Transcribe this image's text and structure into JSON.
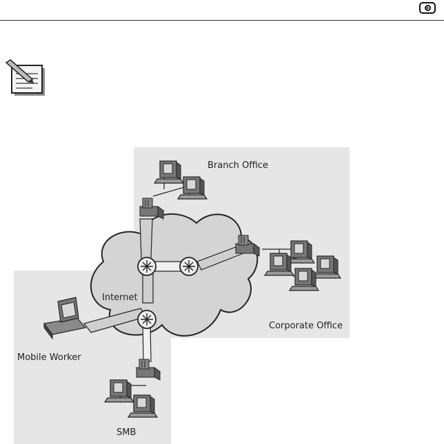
{
  "header": {
    "icon": "circle-target-icon"
  },
  "note": {
    "icon": "note-pad-pencil-icon"
  },
  "diagram": {
    "labels": {
      "branch_office": "Branch Office",
      "internet": "Internet",
      "corporate_office": "Corporate Office",
      "mobile_worker": "Mobile Worker",
      "smb": "SMB"
    },
    "colors": {
      "region_fill": "#e6e6e6",
      "cloud_fill": "#d4d4d4",
      "device": "#6a6a6a"
    },
    "icons": [
      "workstation-icon",
      "firewall-appliance-icon",
      "router-icon",
      "laptop-icon",
      "cloud-icon"
    ]
  }
}
